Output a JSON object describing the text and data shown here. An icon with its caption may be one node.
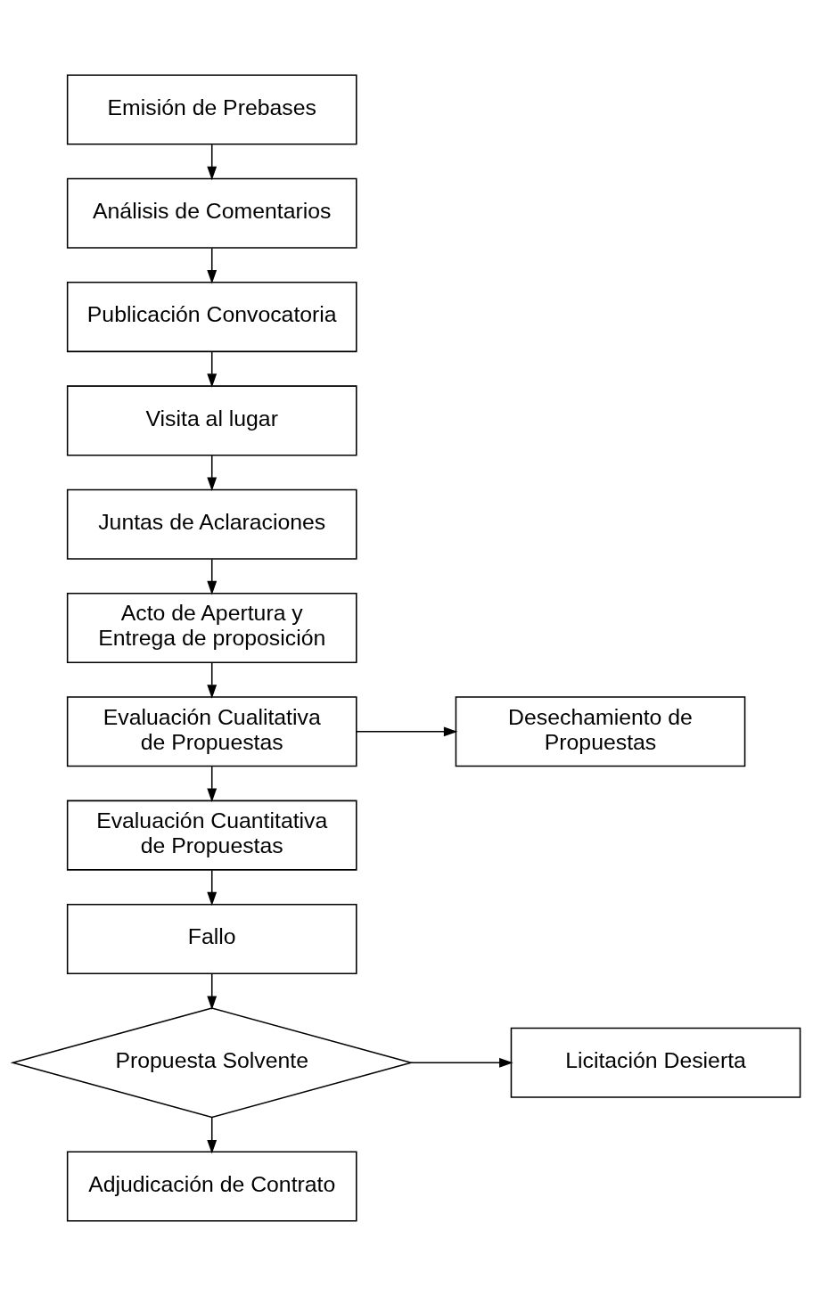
{
  "diagram": {
    "nodes": [
      {
        "text": [
          "Emisión de Prebases"
        ]
      },
      {
        "text": [
          "Análisis de Comentarios"
        ]
      },
      {
        "text": [
          "Publicación Convocatoria"
        ]
      },
      {
        "text": [
          "Visita al lugar"
        ]
      },
      {
        "text": [
          "Juntas de Aclaraciones"
        ]
      },
      {
        "text": [
          "Acto de Apertura y Entrega de proposición"
        ]
      },
      {
        "text": [
          "Evaluación Cualitativa de Propuestas"
        ]
      },
      {
        "text": [
          "Desechamiento de Propuestas"
        ]
      },
      {
        "text": [
          "Evaluación Cuantitativa de Propuestas"
        ]
      },
      {
        "text": [
          "Fallo"
        ]
      },
      {
        "text": [
          "Propuesta Solvente"
        ]
      },
      {
        "text": [
          "Licitación Desierta"
        ]
      },
      {
        "text": [
          "Adjudicación de Contrato"
        ]
      }
    ],
    "edges": [
      {
        "from": 0,
        "to": 1,
        "arrow": "to"
      },
      {
        "from": 1,
        "to": 2,
        "arrow": "to"
      },
      {
        "from": 2,
        "to": 3,
        "arrow": "to"
      },
      {
        "from": 3,
        "to": 4,
        "arrow": "to"
      },
      {
        "from": 4,
        "to": 5,
        "arrow": "to"
      },
      {
        "from": 5,
        "to": 6,
        "arrow": "to"
      },
      {
        "from": 6,
        "to": 7,
        "arrow": "to"
      },
      {
        "from": 6,
        "to": 8,
        "arrow": "to"
      },
      {
        "from": 8,
        "to": 9,
        "arrow": "to"
      },
      {
        "from": 9,
        "to": 10,
        "arrow": "to"
      },
      {
        "from": 10,
        "to": 11,
        "arrow": "to"
      },
      {
        "from": 10,
        "to": 12,
        "arrow": "to"
      }
    ]
  }
}
